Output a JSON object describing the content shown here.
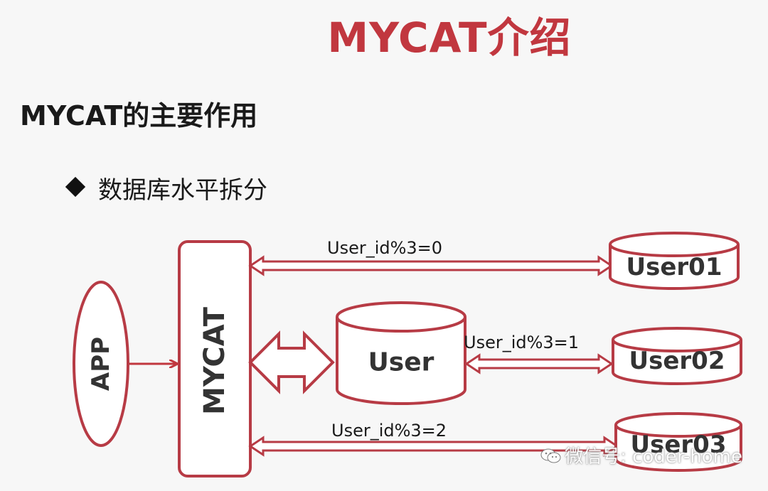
{
  "title": "MYCAT介绍",
  "subtitle": "MYCAT的主要作用",
  "bullet": "数据库水平拆分",
  "diagram": {
    "app_label": "APP",
    "mycat_label": "MYCAT",
    "user_db_label": "User",
    "shards": [
      {
        "label": "User01",
        "rule": "User_id%3=0"
      },
      {
        "label": "User02",
        "rule": "User_id%3=1"
      },
      {
        "label": "User03",
        "rule": "User_id%3=2"
      }
    ]
  },
  "watermark": "微信号: coder-home",
  "colors": {
    "accent": "#c1373f",
    "text": "#1a1a1a",
    "background": "#f7f7f7"
  },
  "icons": {
    "bullet": "diamond-bullet-icon",
    "watermark": "wechat-icon"
  }
}
